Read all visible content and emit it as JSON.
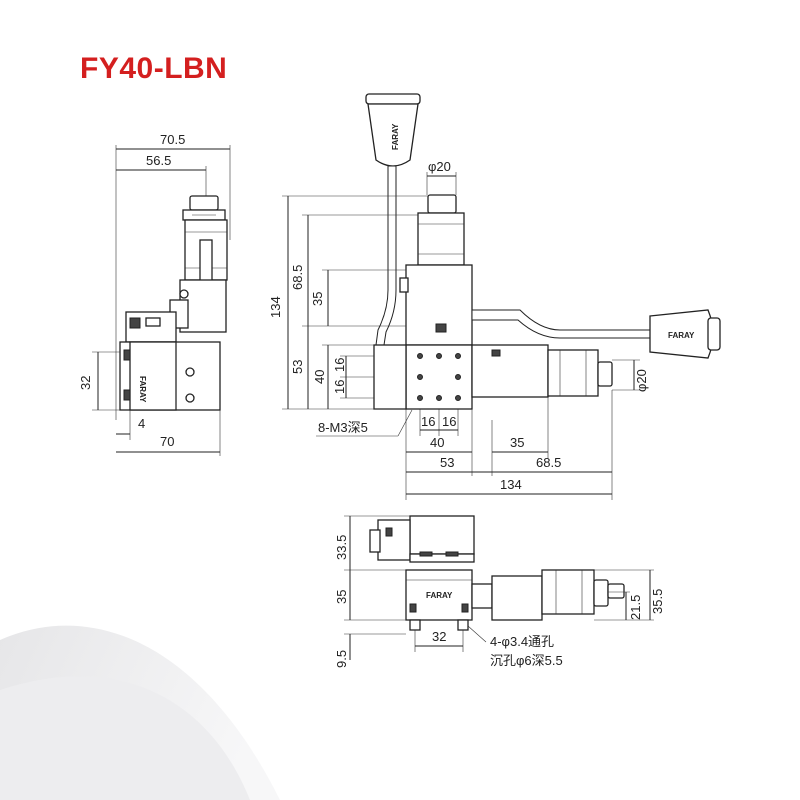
{
  "title": "FY40-LBN",
  "brand": "FARAY",
  "colors": {
    "title": "#d41f1f",
    "lines": "#222222",
    "background": "#ffffff"
  },
  "side_view": {
    "dims": {
      "overall_width": "70.5",
      "upper_width": "56.5",
      "height": "32",
      "offset": "4",
      "base_width": "70"
    }
  },
  "top_view": {
    "dims": {
      "diameter_top": "φ20",
      "total_height": "134",
      "upper_height": "68.5",
      "upper_inner": "35",
      "lower_height": "53",
      "lower_inner": "40",
      "hole_spacing_a": "16",
      "hole_spacing_b": "16",
      "bottom_hole_a": "16",
      "bottom_hole_b": "16",
      "bottom_40": "40",
      "bottom_35": "35",
      "bottom_53": "53",
      "bottom_68_5": "68.5",
      "bottom_134": "134",
      "diameter_right": "φ20"
    },
    "notes": {
      "thread": "8-M3深5"
    }
  },
  "front_view": {
    "dims": {
      "upper_height": "33.5",
      "body_height": "35",
      "base_height": "9.5",
      "hole_spacing": "32",
      "motor_height": "21.5",
      "motor_total": "35.5"
    },
    "notes": {
      "through_hole": "4-φ3.4通孔",
      "counterbore": "沉孔φ6深5.5"
    }
  }
}
